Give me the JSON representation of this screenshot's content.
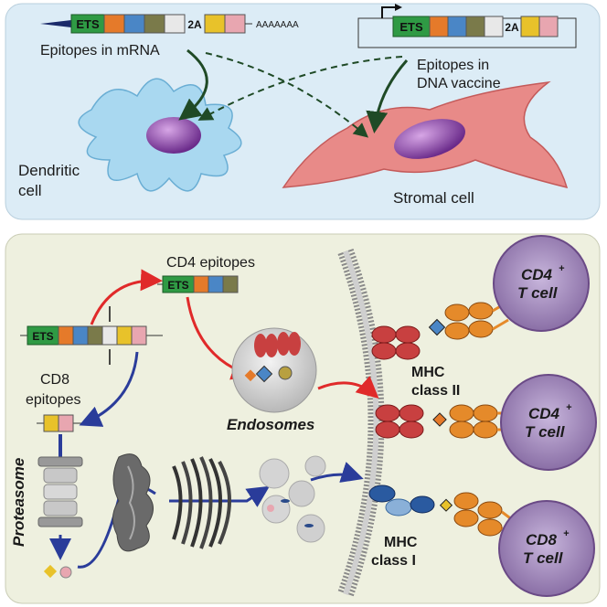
{
  "top": {
    "mrna_construct": {
      "ets": "ETS",
      "two_a": "2A",
      "polyA": "AAAAAAA"
    },
    "dna_construct": {
      "ets": "ETS",
      "two_a": "2A"
    },
    "mrna_label": "Epitopes in mRNA",
    "dna_label_line1": "Epitopes in",
    "dna_label_line2": "DNA vaccine",
    "dendritic_line1": "Dendritic",
    "dendritic_line2": "cell",
    "stromal": "Stromal cell"
  },
  "bottom": {
    "cd4_epitopes": "CD4 epitopes",
    "cd4_ets": "ETS",
    "main_ets": "ETS",
    "cd8_line1": "CD8",
    "cd8_line2": "epitopes",
    "proteasome": "Proteasome",
    "endosomes": "Endosomes",
    "mhc2_line1": "MHC",
    "mhc2_line2": "class II",
    "mhc1_line1": "MHC",
    "mhc1_line2": "class I",
    "tcell1": {
      "name": "CD4",
      "sup": "+",
      "line2": "T cell"
    },
    "tcell2": {
      "name": "CD4",
      "sup": "+",
      "line2": "T cell"
    },
    "tcell3": {
      "name": "CD8",
      "sup": "+",
      "line2": "T cell"
    }
  },
  "colors": {
    "top_panel": "#dcecf6",
    "bottom_panel": "#eef0df",
    "ets_green": "#2f9a44",
    "arrow_green": "#1f4a26",
    "arrow_red": "#e02a2a",
    "arrow_blue": "#2a3c9a",
    "stromal": "#e88a88",
    "dendritic": "#a9d8f0",
    "tcell": "#9b82b4",
    "mhc_red": "#c84040",
    "tcr_orange": "#e58a2a"
  }
}
